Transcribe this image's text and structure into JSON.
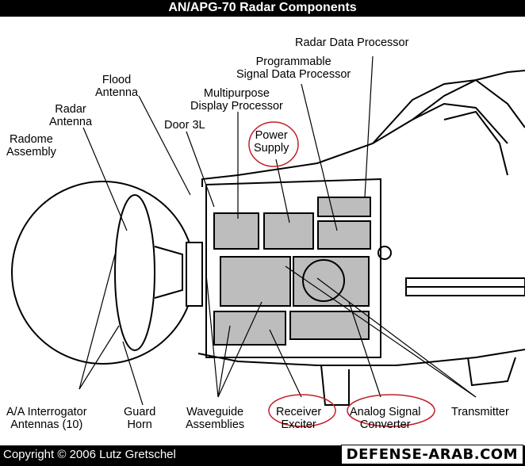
{
  "title": "AN/APG-70 Radar Components",
  "labels": {
    "radar_data_processor": "Radar Data Processor",
    "programmable_sdp": [
      "Programmable",
      "Signal Data Processor"
    ],
    "flood_antenna": [
      "Flood",
      "Antenna"
    ],
    "multipurpose_dp": [
      "Multipurpose",
      "Display Processor"
    ],
    "radar_antenna": [
      "Radar",
      "Antenna"
    ],
    "power_supply": [
      "Power",
      "Supply"
    ],
    "door_3l": "Door 3L",
    "radome_assembly": [
      "Radome",
      "Assembly"
    ],
    "aa_interrogator": [
      "A/A Interrogator",
      "Antennas (10)"
    ],
    "guard_horn": [
      "Guard",
      "Horn"
    ],
    "waveguide": [
      "Waveguide",
      "Assemblies"
    ],
    "receiver_exciter": [
      "Receiver",
      "Exciter"
    ],
    "analog_signal_converter": [
      "Analog Signal",
      "Converter"
    ],
    "transmitter": "Transmitter"
  },
  "footer": {
    "copyright": "Copyright © 2006 Lutz Gretschel",
    "brand": "DEFENSE-ARAB.COM"
  },
  "colors": {
    "highlight_circle": "#c0202a",
    "box_fill": "#bdbdbd"
  }
}
